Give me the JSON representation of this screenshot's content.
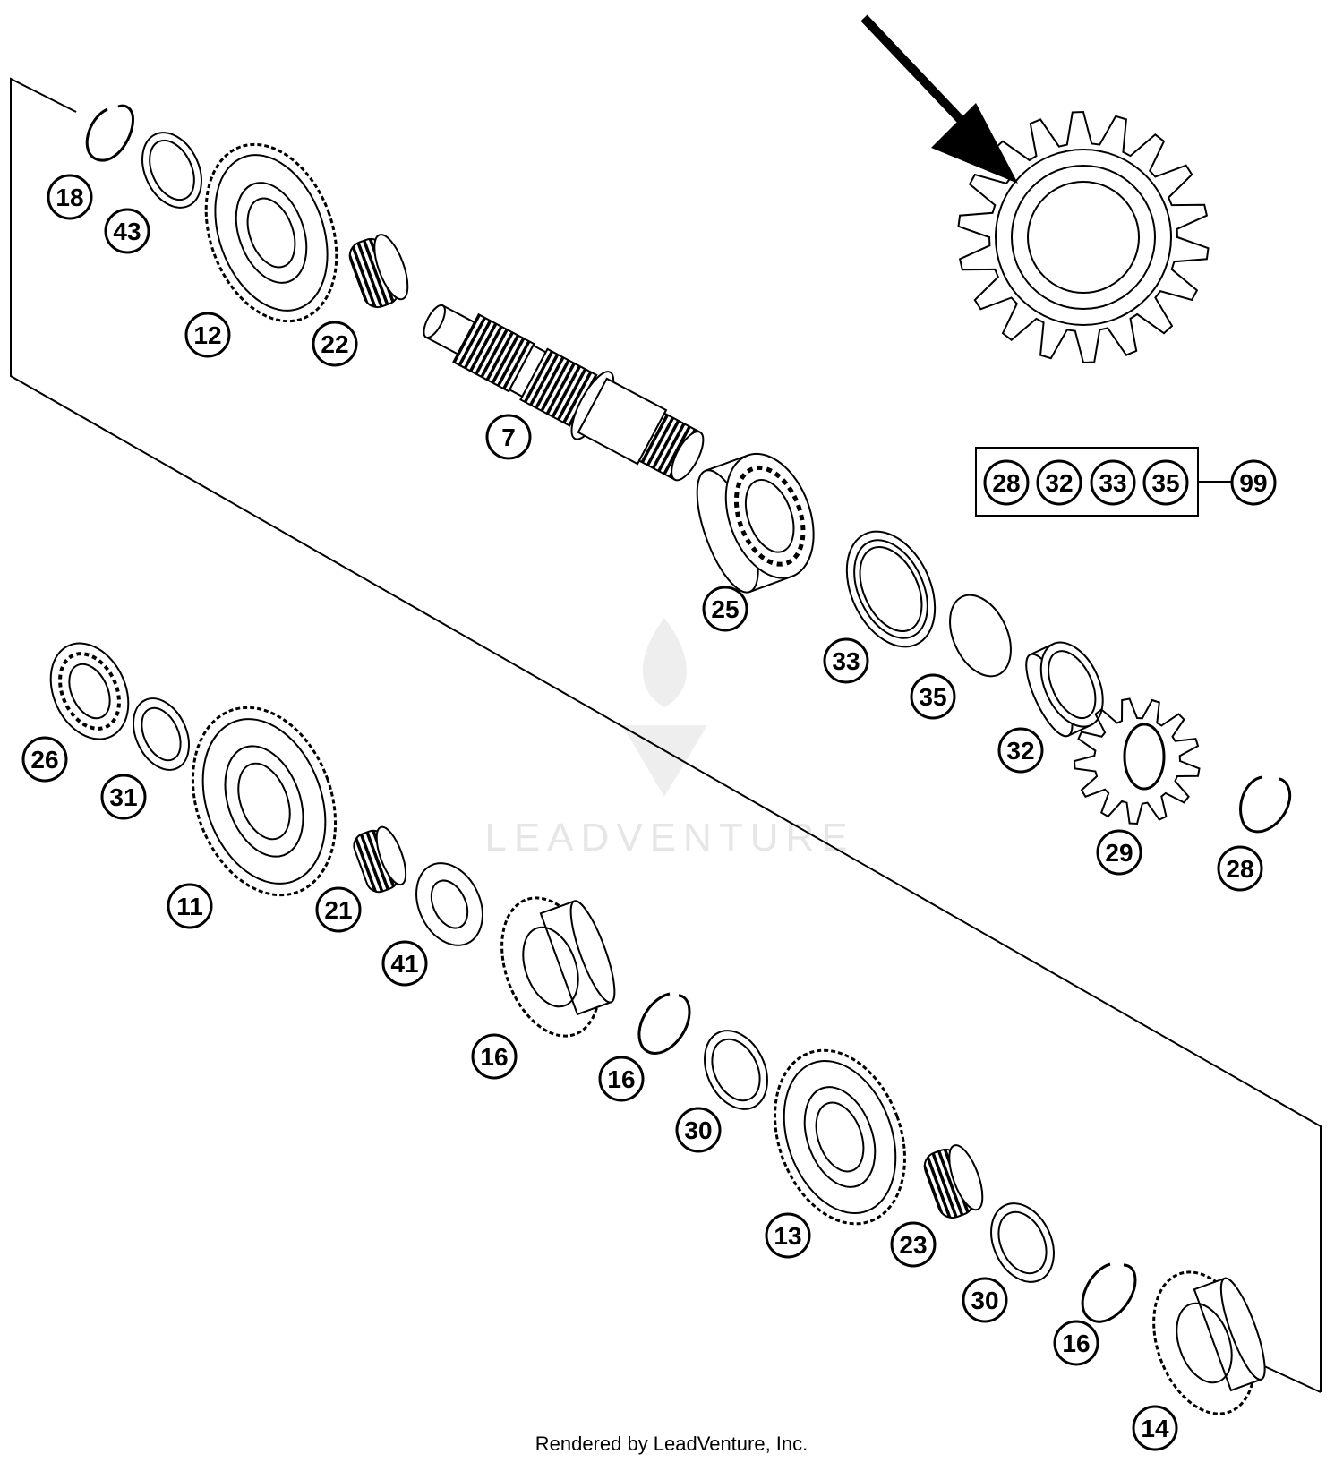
{
  "diagram": {
    "watermark": "LEADVENTURE",
    "footer": "Rendered by LeadVenture, Inc.",
    "kit_parts": [
      "28",
      "32",
      "33",
      "35"
    ],
    "kit_number": "99",
    "callouts": {
      "c18a": "18",
      "c43": "43",
      "c12": "12",
      "c22": "22",
      "c7": "7",
      "c25": "25",
      "c33": "33",
      "c35": "35",
      "c32": "32",
      "c29": "29",
      "c28": "28",
      "c26": "26",
      "c31": "31",
      "c11": "11",
      "c21": "21",
      "c41": "41",
      "c16a": "16",
      "c16b": "16",
      "c30a": "30",
      "c13": "13",
      "c23": "23",
      "c30b": "30",
      "c16c": "16",
      "c14": "14"
    }
  }
}
